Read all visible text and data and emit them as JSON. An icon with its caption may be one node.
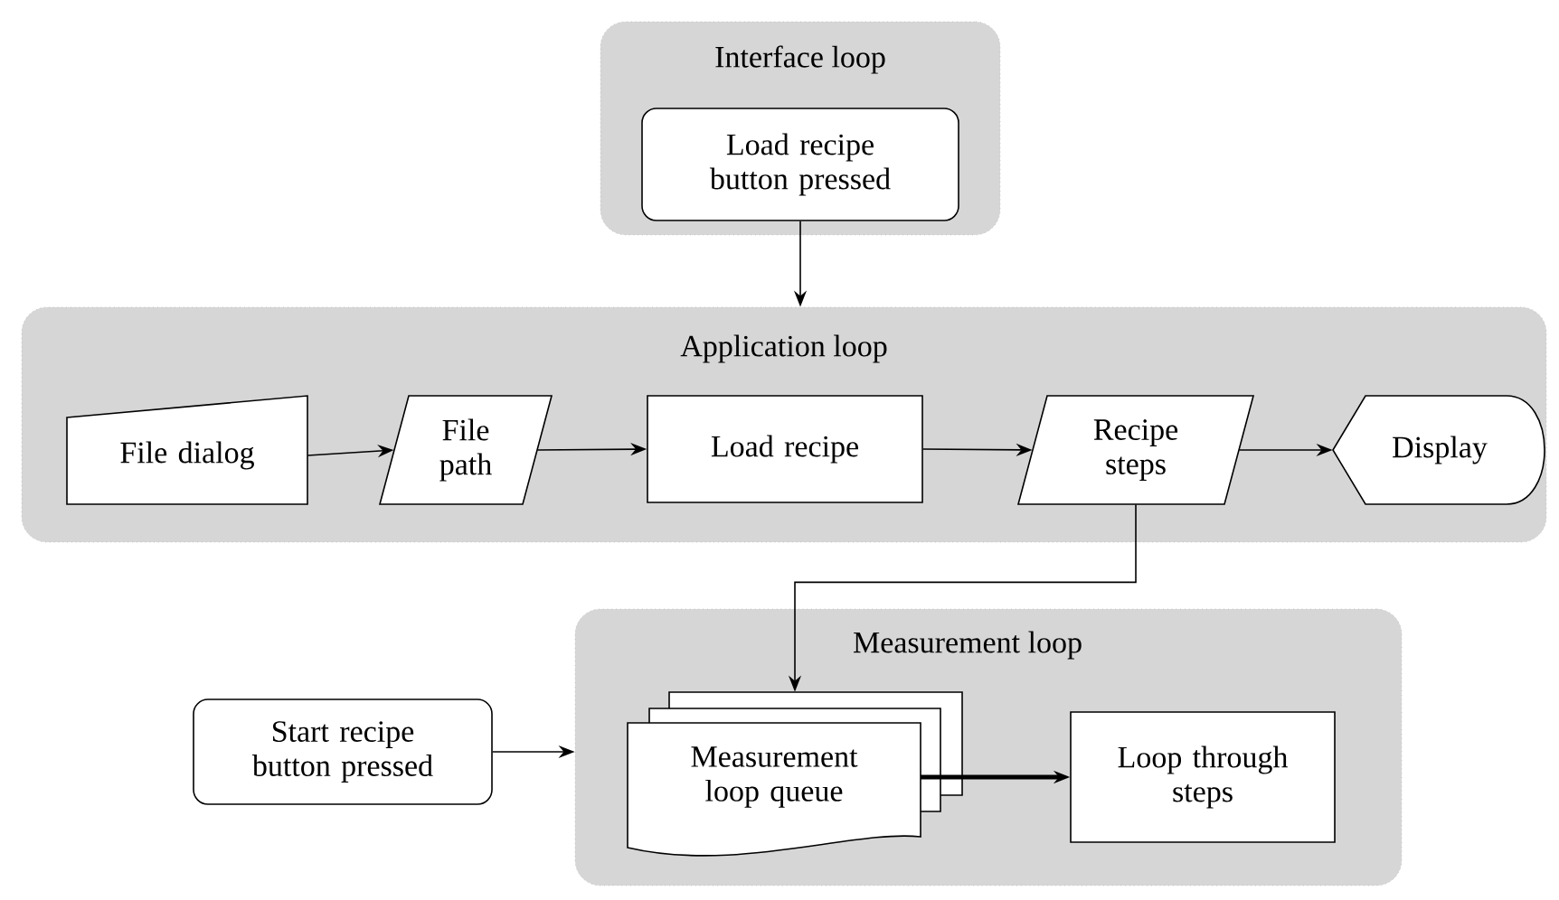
{
  "diagram": {
    "nodes": [
      {
        "text": [
          "Interface loop"
        ]
      },
      {
        "text": [
          "Load recipe button pressed"
        ],
        "in": 0
      },
      {
        "text": [
          "Application loop"
        ]
      },
      {
        "text": [
          "File dialog"
        ],
        "in": 2
      },
      {
        "text": [
          "File path"
        ],
        "in": 2
      },
      {
        "text": [
          "Load recipe"
        ],
        "in": 2
      },
      {
        "text": [
          "Recipe steps"
        ],
        "in": 2
      },
      {
        "text": [
          "Display"
        ],
        "in": 2
      },
      {
        "text": [
          "Start recipe button pressed"
        ]
      },
      {
        "text": [
          "Measurement loop"
        ]
      },
      {
        "text": [
          "Measurement loop queue"
        ],
        "in": 9
      },
      {
        "text": [
          "Loop through steps"
        ],
        "in": 9
      }
    ],
    "edges": [
      {
        "from": 1,
        "to": 2,
        "arrow": "to"
      },
      {
        "from": 3,
        "to": 4,
        "arrow": "to"
      },
      {
        "from": 4,
        "to": 5,
        "arrow": "to"
      },
      {
        "from": 5,
        "to": 6,
        "arrow": "to"
      },
      {
        "from": 6,
        "to": 7,
        "arrow": "to"
      },
      {
        "from": 6,
        "to": 10,
        "arrow": "to"
      },
      {
        "from": 8,
        "to": 9,
        "arrow": "to"
      },
      {
        "from": 10,
        "to": 11,
        "arrow": "to",
        "style": "thick"
      }
    ]
  }
}
